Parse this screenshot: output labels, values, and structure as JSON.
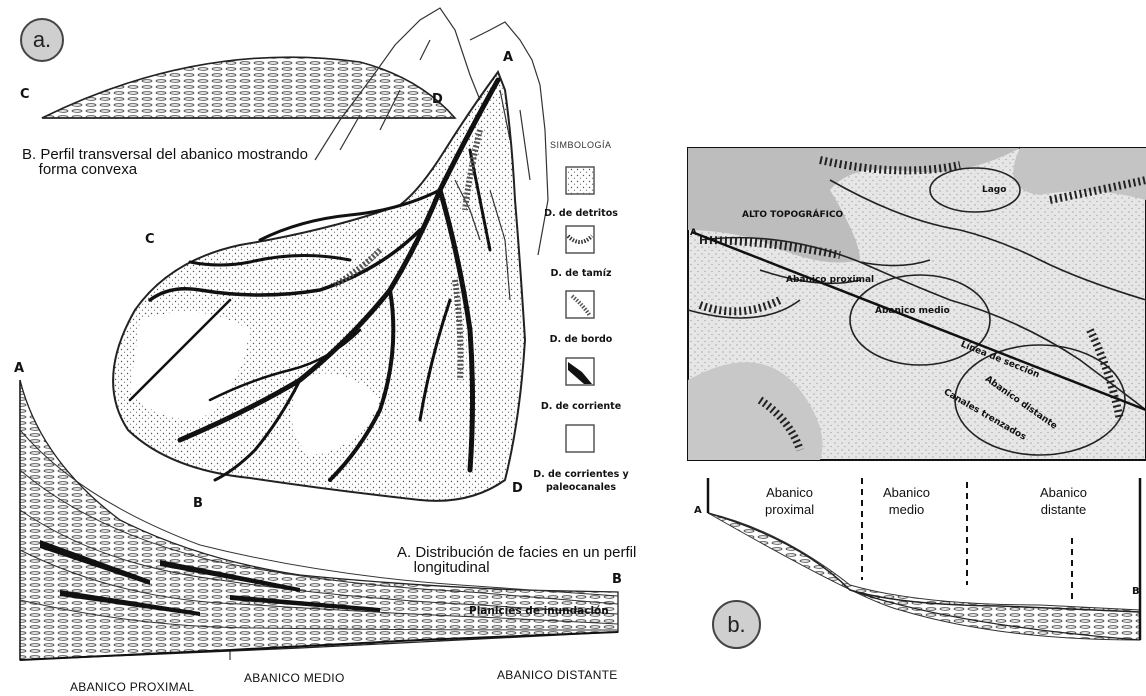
{
  "panel_a": {
    "badge": "a.",
    "caption_b": "B. Perfil transversal del abanico mostrando\n    forma convexa",
    "caption_a": "A. Distribución de facies en un perfil\n    longitudinal",
    "points": {
      "a_top": "A",
      "c_top": "C",
      "d_top": "D",
      "c_fan": "C",
      "b_fan": "B",
      "d_fan": "D",
      "a_profile": "A",
      "b_profile": "B"
    },
    "floodplain_label": "Planicies de inundación",
    "zones": {
      "proximal": "ABANICO PROXIMAL",
      "medio": "ABANICO MEDIO",
      "distante": "ABANICO DISTANTE"
    },
    "legend": {
      "title": "SIMBOLOGÍA",
      "items": [
        {
          "label": "D. de detritos",
          "pattern": "dots"
        },
        {
          "label": "D. de tamíz",
          "pattern": "hatch-curve"
        },
        {
          "label": "D. de bordo",
          "pattern": "stripe"
        },
        {
          "label": "D. de corriente",
          "pattern": "black-channel"
        },
        {
          "label": "D. de corrientes y\npaleocanales",
          "pattern": "blank"
        }
      ]
    }
  },
  "panel_b": {
    "badge": "b.",
    "map_labels": {
      "alto": "ALTO TOPOGRÁFICO",
      "lago": "Lago",
      "proximal": "Abanico proximal",
      "medio": "Abanico medio",
      "linea": "Línea de sección",
      "distante": "Abanico distante",
      "canales": "Canales trenzados",
      "a_mark": "A"
    },
    "profile": {
      "a": "A",
      "b": "B",
      "proximal": "Abanico\nproximal",
      "medio": "Abanico\nmedio",
      "distante": "Abanico\ndistante"
    }
  },
  "colors": {
    "ink": "#111111",
    "map_fill": "#d4d4d4",
    "badge": "#cfcfcf"
  }
}
